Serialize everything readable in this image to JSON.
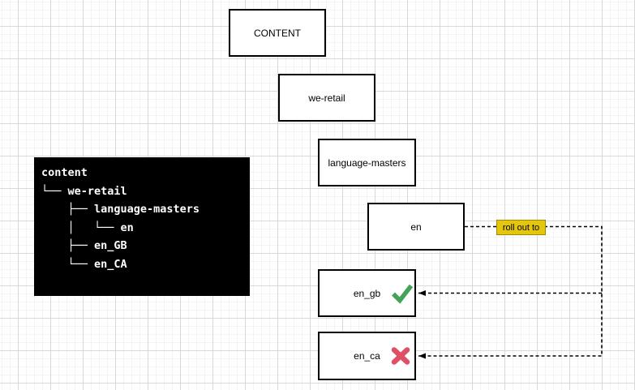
{
  "diagram": {
    "nodes": [
      {
        "id": "content",
        "label": "CONTENT"
      },
      {
        "id": "we-retail",
        "label": "we-retail"
      },
      {
        "id": "language-masters",
        "label": "language-masters"
      },
      {
        "id": "en",
        "label": "en"
      },
      {
        "id": "en_gb",
        "label": "en_gb",
        "status": "success",
        "status_icon": "check-icon"
      },
      {
        "id": "en_ca",
        "label": "en_ca",
        "status": "failure",
        "status_icon": "cross-icon"
      }
    ],
    "edge_label": "roll out to"
  },
  "terminal": {
    "lines": [
      "content",
      "└── we-retail",
      "    ├── language-masters",
      "    │   └── en",
      "    ├── en_GB",
      "    └── en_CA"
    ]
  },
  "colors": {
    "success_check": "#42a456",
    "failure_cross": "#df4f66",
    "edge_label_fill": "#e4c60d",
    "edge_label_border": "#9c8a00",
    "edge_stroke": "#000000",
    "node_border": "#000000",
    "node_fill": "#ffffff",
    "terminal_bg": "#000000",
    "terminal_fg": "#ffffff"
  }
}
